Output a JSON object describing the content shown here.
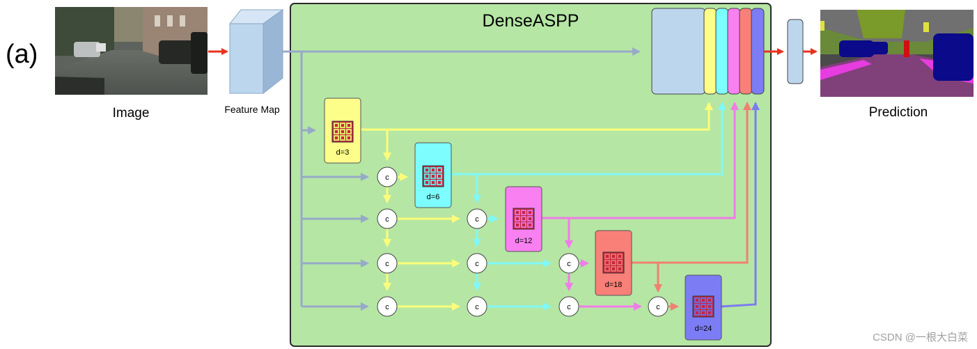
{
  "panel_label": "(a)",
  "input": {
    "label": "Image"
  },
  "feature_map": {
    "label": "Feature Map"
  },
  "module": {
    "title": "DenseASPP"
  },
  "output": {
    "label": "Prediction"
  },
  "concat_symbol": "c",
  "blocks": [
    {
      "label": "d=3",
      "color": "#fdfd8a",
      "stroke": "#e0e060",
      "arrow_color": "#fdfd7a"
    },
    {
      "label": "d=6",
      "color": "#7dfdfd",
      "stroke": "#50d8d8",
      "arrow_color": "#80f8f8"
    },
    {
      "label": "d=12",
      "color": "#f880f0",
      "stroke": "#d860d0",
      "arrow_color": "#f07ce8"
    },
    {
      "label": "d=18",
      "color": "#f88078",
      "stroke": "#d86058",
      "arrow_color": "#f08070"
    },
    {
      "label": "d=24",
      "color": "#7c7cf4",
      "stroke": "#5a5ad0",
      "arrow_color": "#7c7cf0"
    }
  ],
  "colors": {
    "module_bg": "#b5e6a4",
    "module_border": "#2b2b2b",
    "feature_blue": "#bcd6ee",
    "trunk": "#97aac8",
    "red_arrow": "#e8321e",
    "dot": "#c8243c"
  },
  "watermark": "CSDN @一根大白菜"
}
